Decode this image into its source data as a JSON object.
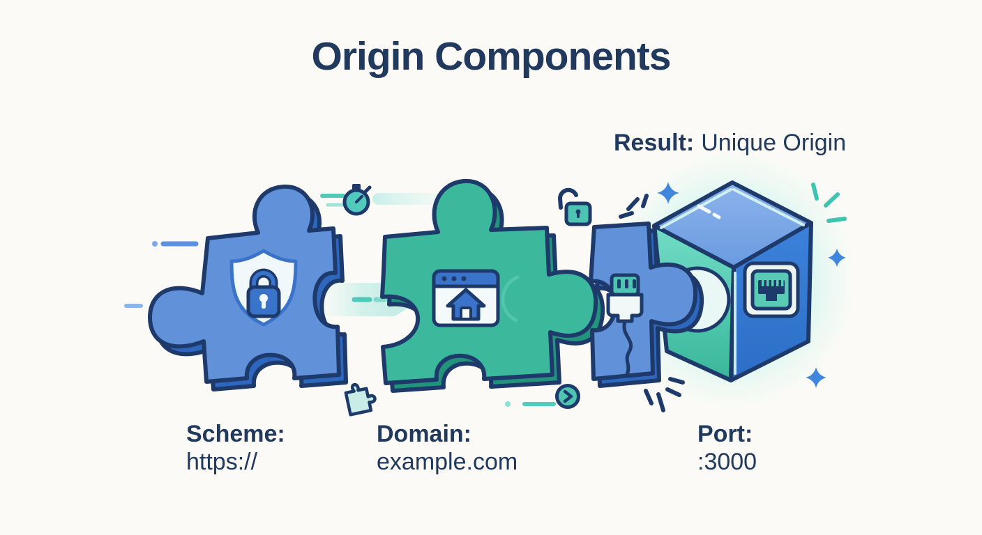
{
  "title": "Origin Components",
  "result": {
    "label": "Result:",
    "value": "Unique Origin"
  },
  "components": [
    {
      "id": "scheme",
      "label": "Scheme:",
      "value": "https://",
      "icon": "shield-lock-icon",
      "piece_color": "#6191d9"
    },
    {
      "id": "domain",
      "label": "Domain:",
      "value": "example.com",
      "icon": "browser-home-icon",
      "piece_color": "#3cb89d"
    },
    {
      "id": "port",
      "label": "Port:",
      "value": ":3000",
      "icon": "usb-plug-icon",
      "piece_color": "#6191d9"
    }
  ],
  "result_cube": {
    "icon": "ethernet-port-icon",
    "glow_color": "#bef2ea",
    "top_color": "#7aa8e6",
    "left_color": "#4cc5b0",
    "right_color": "#3377d2"
  },
  "decorations": [
    "stopwatch-icon",
    "open-padlock-icon",
    "chevron-circle-icon",
    "mini-puzzle-icon",
    "sparkle-icon",
    "speed-lines",
    "burst-lines",
    "flow-arrow"
  ],
  "colors": {
    "background": "#fbfaf6",
    "text_navy": "#20395c",
    "outline_navy": "#1d3a6b",
    "accent_teal": "#46c5b3",
    "accent_blue": "#3f86dc"
  }
}
